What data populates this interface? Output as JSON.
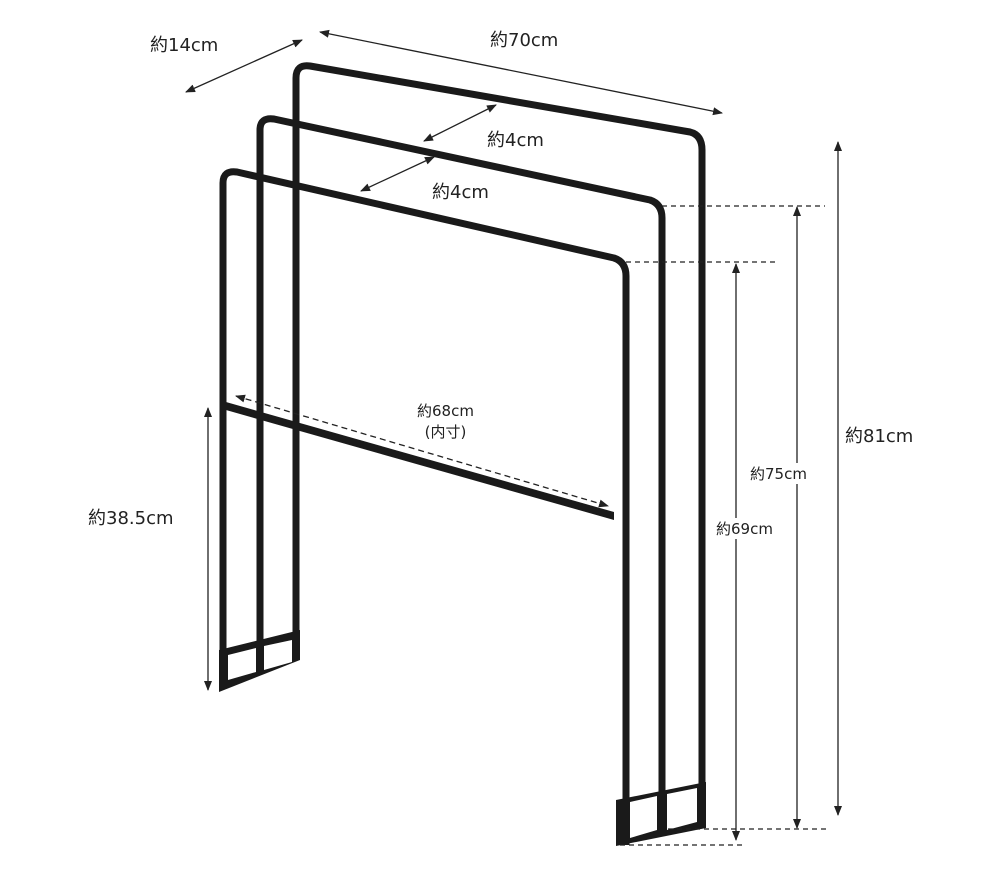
{
  "labels": {
    "depth": "約14cm",
    "width": "約70cm",
    "gap_back": "約4cm",
    "gap_front": "約4cm",
    "inner_width": "約68cm",
    "inner_note": "(内寸)",
    "bar_height": "約38.5cm",
    "height_front": "約69cm",
    "height_middle": "約75cm",
    "height_total": "約81cm"
  },
  "colors": {
    "frame": "#1a1a1a",
    "dimension": "#222222"
  }
}
